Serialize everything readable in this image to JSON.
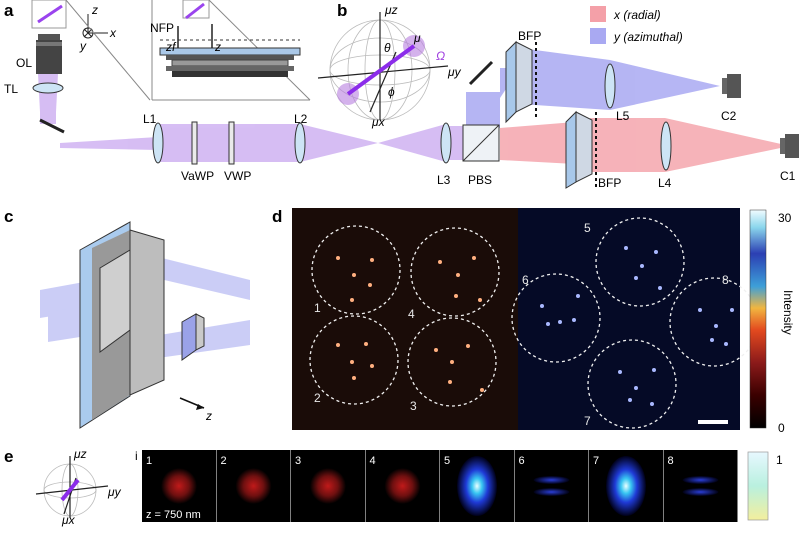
{
  "panels": {
    "a": "a",
    "b": "b",
    "c": "c",
    "d": "d",
    "e": "e"
  },
  "legend": {
    "x_label": "x (radial)",
    "y_label": "y (azimuthal)",
    "x_color": "#f4a0a8",
    "y_color": "#a9a9f2"
  },
  "setup": {
    "OL": "OL",
    "TL": "TL",
    "L1": "L1",
    "L2": "L2",
    "L3": "L3",
    "L4": "L4",
    "L5": "L5",
    "VaWP": "VaWP",
    "VWP": "VWP",
    "PBS": "PBS",
    "BFP_top": "BFP",
    "BFP_bottom": "BFP",
    "C1": "C1",
    "C2": "C2",
    "NFP": "NFP",
    "zf": "zf",
    "z": "z",
    "axis_z": "z",
    "axis_x": "x",
    "axis_y": "y"
  },
  "sphere_b": {
    "mu_z": "μz",
    "mu_y": "μy",
    "mu_x": "μx",
    "mu": "μ",
    "theta": "θ",
    "phi": "ϕ",
    "omega": "Ω"
  },
  "panel_c": {
    "z_label": "z"
  },
  "panel_d": {
    "channel_x_numbers": [
      "1",
      "2",
      "3",
      "4"
    ],
    "channel_y_numbers": [
      "5",
      "6",
      "7",
      "8"
    ],
    "colorbar_max": "30",
    "colorbar_min": "0",
    "colorbar_label": "Intensity"
  },
  "panel_e": {
    "mu_z": "μz",
    "mu_y": "μy",
    "mu_x": "μx",
    "row_index": "i",
    "tiles": [
      "1",
      "2",
      "3",
      "4",
      "5",
      "6",
      "7",
      "8"
    ],
    "z_value": "z = 750 nm",
    "colorbar_max": "1"
  }
}
